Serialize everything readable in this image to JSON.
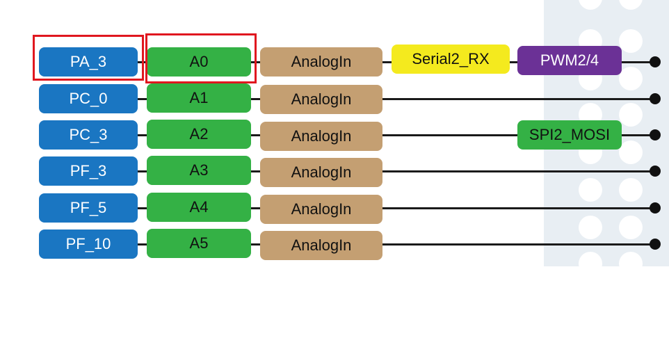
{
  "colors": {
    "pin": "#1a76c2",
    "arduino": "#34b145",
    "analog": "#c49f72",
    "serial": "#f4ea1e",
    "pwm": "#6b3196",
    "spi": "#34b145",
    "highlight": "#e0171f",
    "board": "#e8eef3"
  },
  "rows": [
    {
      "pin": "PA_3",
      "arduino": "A0",
      "analog": "AnalogIn",
      "serial": "Serial2_RX",
      "pwm": "PWM2/4"
    },
    {
      "pin": "PC_0",
      "arduino": "A1",
      "analog": "AnalogIn"
    },
    {
      "pin": "PC_3",
      "arduino": "A2",
      "analog": "AnalogIn",
      "spi": "SPI2_MOSI"
    },
    {
      "pin": "PF_3",
      "arduino": "A3",
      "analog": "AnalogIn"
    },
    {
      "pin": "PF_5",
      "arduino": "A4",
      "analog": "AnalogIn"
    },
    {
      "pin": "PF_10",
      "arduino": "A5",
      "analog": "AnalogIn"
    }
  ],
  "highlights": [
    "PA_3",
    "A0"
  ]
}
